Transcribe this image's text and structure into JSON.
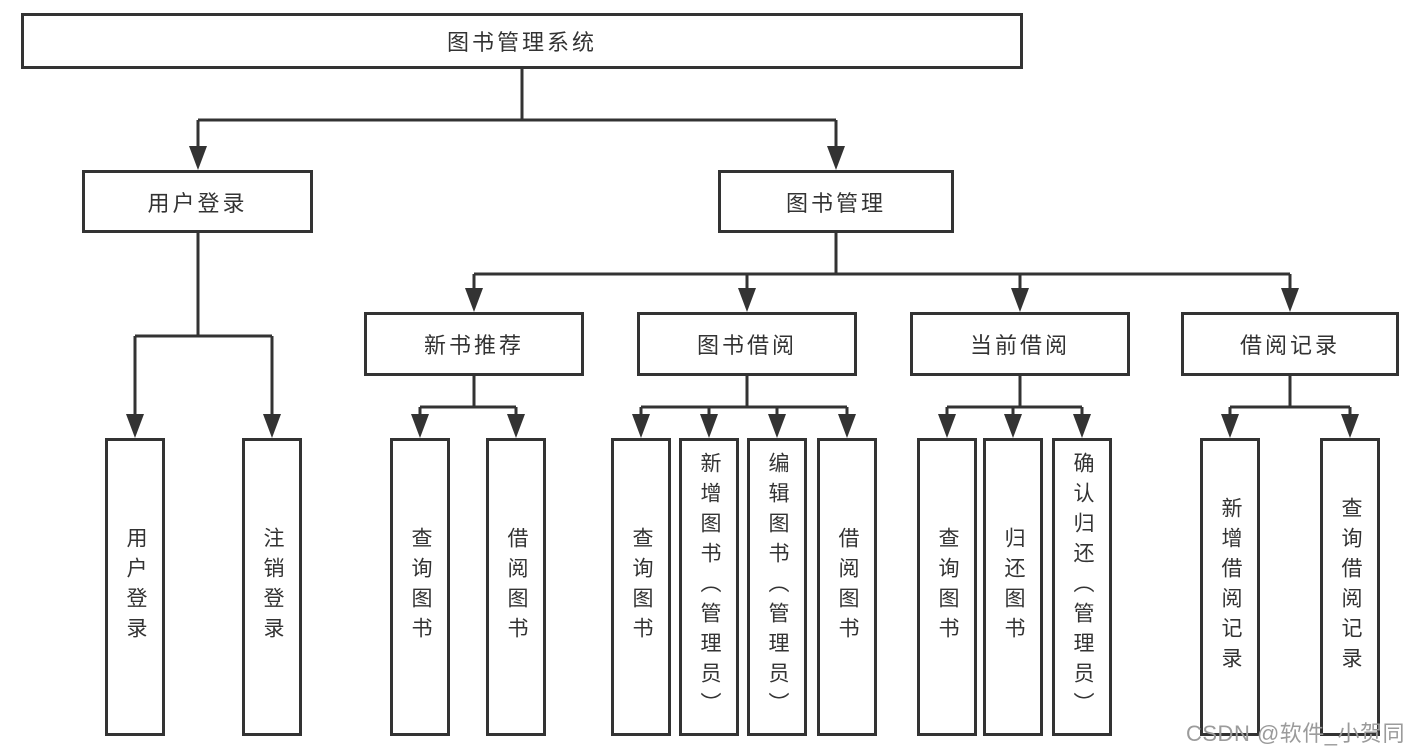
{
  "diagram": {
    "root": {
      "label": "图书管理系统"
    },
    "branches": [
      {
        "label": "用户登录",
        "children": [
          {
            "label": "用户登录"
          },
          {
            "label": "注销登录"
          }
        ]
      },
      {
        "label": "图书管理",
        "children": [
          {
            "label": "新书推荐",
            "children": [
              {
                "label": "查询图书"
              },
              {
                "label": "借阅图书"
              }
            ]
          },
          {
            "label": "图书借阅",
            "children": [
              {
                "label": "查询图书"
              },
              {
                "label": "新增图书（管理员）"
              },
              {
                "label": "编辑图书（管理员）"
              },
              {
                "label": "借阅图书"
              }
            ]
          },
          {
            "label": "当前借阅",
            "children": [
              {
                "label": "查询图书"
              },
              {
                "label": "归还图书"
              },
              {
                "label": "确认归还（管理员）"
              }
            ]
          },
          {
            "label": "借阅记录",
            "children": [
              {
                "label": "新增借阅记录"
              },
              {
                "label": "查询借阅记录"
              }
            ]
          }
        ]
      }
    ]
  },
  "watermark": {
    "text": "CSDN @软件_小贺同学"
  },
  "colors": {
    "line": "#333333",
    "box_border": "#333333",
    "text": "#333333",
    "watermark": "#9b9b9b",
    "background": "#ffffff"
  }
}
